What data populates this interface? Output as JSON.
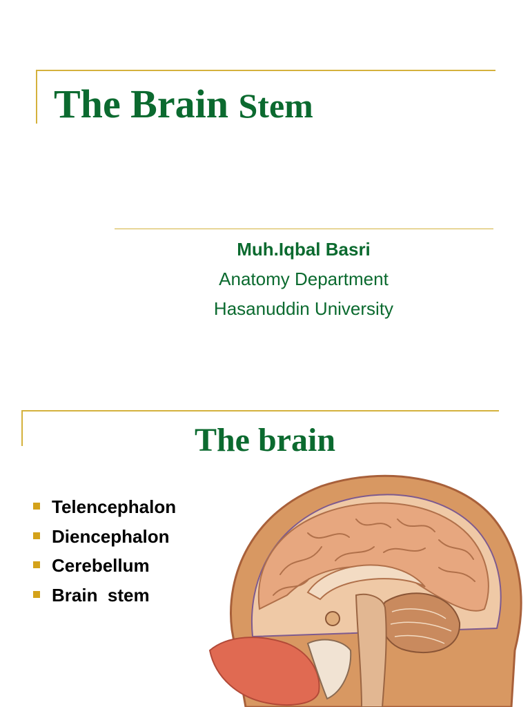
{
  "slide1": {
    "title_main": "The Brain",
    "title_rest": "Stem",
    "author": "Muh.Iqbal Basri",
    "department": "Anatomy Department",
    "university": "Hasanuddin University"
  },
  "slide2": {
    "title": "The brain",
    "bullets": [
      "Telencephalon",
      "Diencephalon",
      "Cerebellum",
      "Brain  stem"
    ]
  },
  "colors": {
    "title_green": "#0b6a2f",
    "accent_gold": "#d4b13c",
    "bullet_gold": "#d4a21a"
  }
}
